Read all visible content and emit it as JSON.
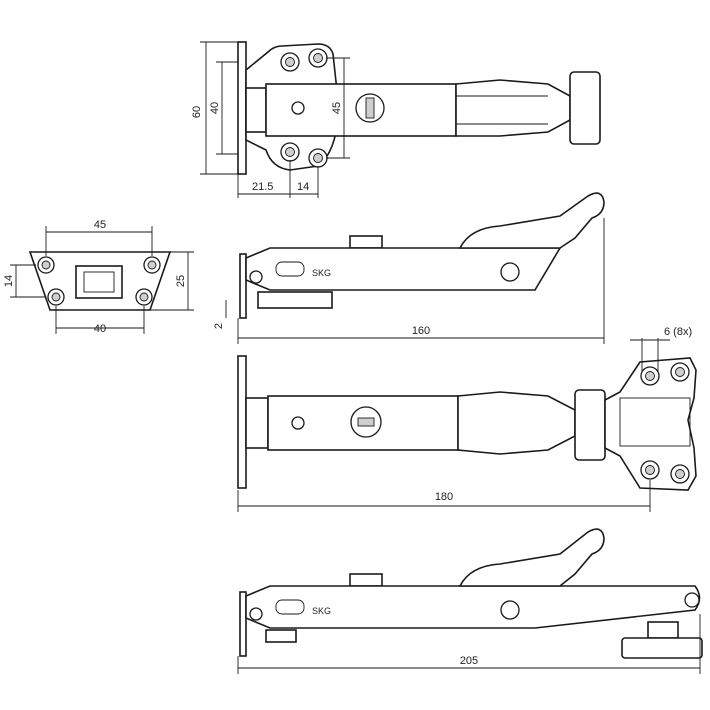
{
  "dimensions": {
    "top_height": "60",
    "top_inner_height": "40",
    "top_hole_spacing": "45",
    "top_offset_1": "21.5",
    "top_offset_2": "14",
    "plate_top_width": "45",
    "plate_bottom_width": "40",
    "plate_height": "25",
    "plate_hole_height": "14",
    "side_gap": "2",
    "side_length_1": "160",
    "hole_note": "6 (8x)",
    "length_2": "180",
    "length_3": "205"
  },
  "logo": {
    "text": "SKG"
  },
  "colors": {
    "line": "#1a1a1a",
    "hole_fill": "#cfcfcf"
  }
}
